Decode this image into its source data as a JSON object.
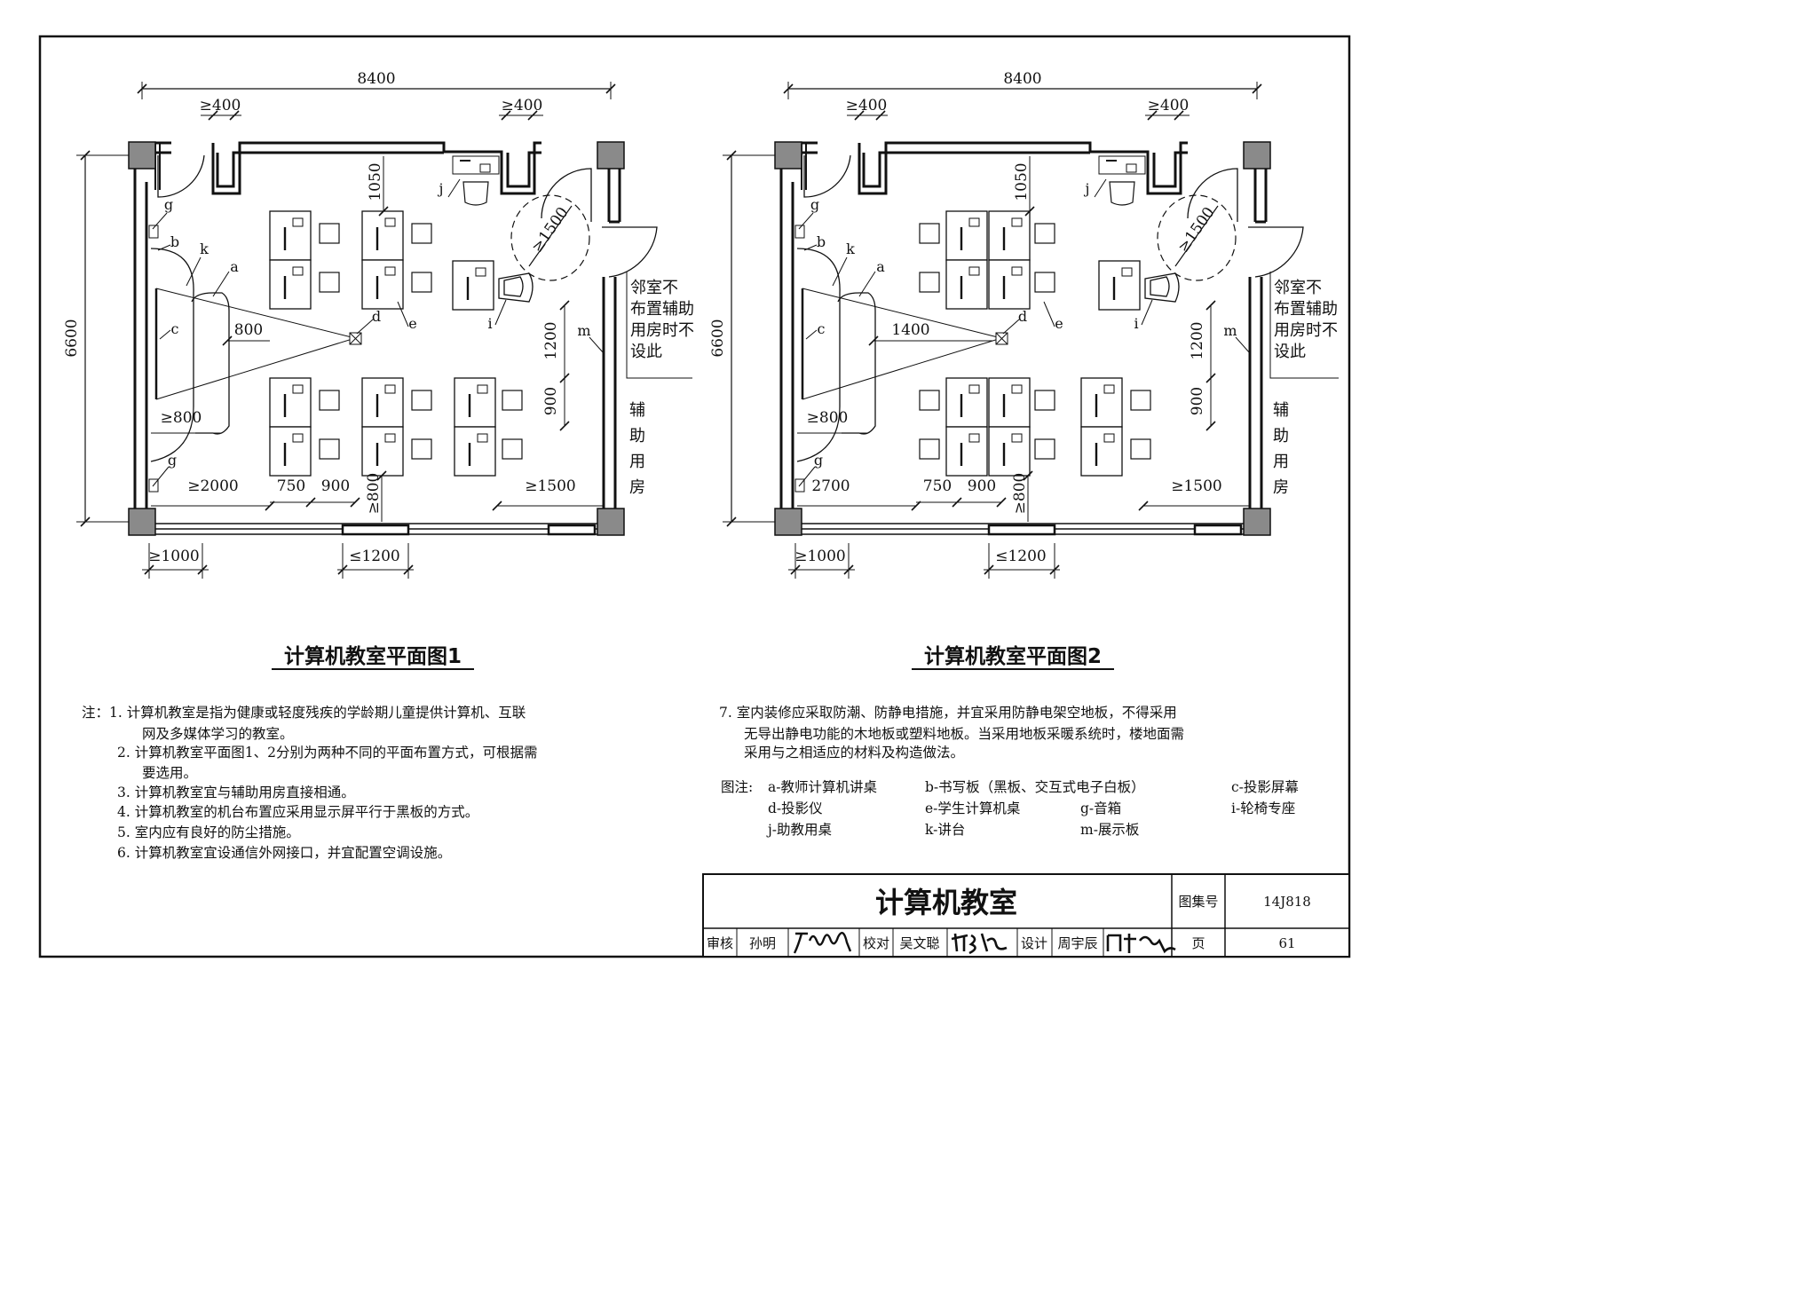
{
  "plans": [
    {
      "title": "计算机教室平面图1",
      "dims": {
        "width": "8400",
        "height": "6600",
        "gap_left": "≥400",
        "gap_right": "≥400",
        "d1050": "1050",
        "d1500_circle": "≥1500",
        "d_projection": "800",
        "d1200": "1200",
        "d900": "900",
        "aisle_left": "≥800",
        "front": "≥2000",
        "d750": "750",
        "d900b": "900",
        "d800": "≥800",
        "back": "≥1500",
        "door_bottom": "≥1000",
        "window": "≤1200"
      },
      "labels": [
        "g",
        "b",
        "k",
        "a",
        "c",
        "d",
        "e",
        "j",
        "i",
        "m",
        "g"
      ],
      "side_note": "邻室不布置辅助用房时不设此门",
      "side_room": "辅助用房"
    },
    {
      "title": "计算机教室平面图2",
      "dims": {
        "width": "8400",
        "height": "6600",
        "gap_left": "≥400",
        "gap_right": "≥400",
        "d1050": "1050",
        "d1500_circle": "≥1500",
        "d_projection": "1400",
        "d1200": "1200",
        "d900": "900",
        "aisle_left": "≥800",
        "front": "2700",
        "d750": "750",
        "d900b": "900",
        "d800": "≥800",
        "back": "≥1500",
        "door_bottom": "≥1000",
        "window": "≤1200"
      },
      "labels": [
        "g",
        "b",
        "k",
        "a",
        "c",
        "d",
        "e",
        "j",
        "i",
        "m",
        "g"
      ],
      "side_note": "邻室不布置辅助用房时不设此门",
      "side_room": "辅助用房"
    }
  ],
  "notes_left": [
    "注：1. 计算机教室是指为健康或轻度残疾的学龄期儿童提供计算机、互联",
    "网及多媒体学习的教室。",
    "2. 计算机教室平面图1、2分别为两种不同的平面布置方式，可根据需",
    "要选用。",
    "3. 计算机教室宜与辅助用房直接相通。",
    "4. 计算机教室的机台布置应采用显示屏平行于黑板的方式。",
    "5. 室内应有良好的防尘措施。",
    "6. 计算机教室宜设通信外网接口，并宜配置空调设施。"
  ],
  "notes_right": [
    "7. 室内装修应采取防潮、防静电措施，并宜采用防静电架空地板，不得采用",
    "无导出静电功能的木地板或塑料地板。当采用地板采暖系统时，楼地面需",
    "采用与之相适应的材料及构造做法。"
  ],
  "legend": {
    "title": "图注:",
    "rows": [
      [
        "a-教师计算机讲桌",
        "b-书写板（黑板、交互式电子白板）",
        "c-投影屏幕"
      ],
      [
        "d-投影仪",
        "e-学生计算机桌",
        "g-音箱",
        "i-轮椅专座"
      ],
      [
        "j-助教用桌",
        "k-讲台",
        "m-展示板"
      ]
    ]
  },
  "title_block": {
    "title": "计算机教室",
    "atlas_label": "图集号",
    "atlas_no": "14J818",
    "review_label": "审核",
    "reviewer": "孙明",
    "check_label": "校对",
    "checker": "吴文聪",
    "design_label": "设计",
    "designer": "周宇辰",
    "page_label": "页",
    "page_no": "61"
  }
}
